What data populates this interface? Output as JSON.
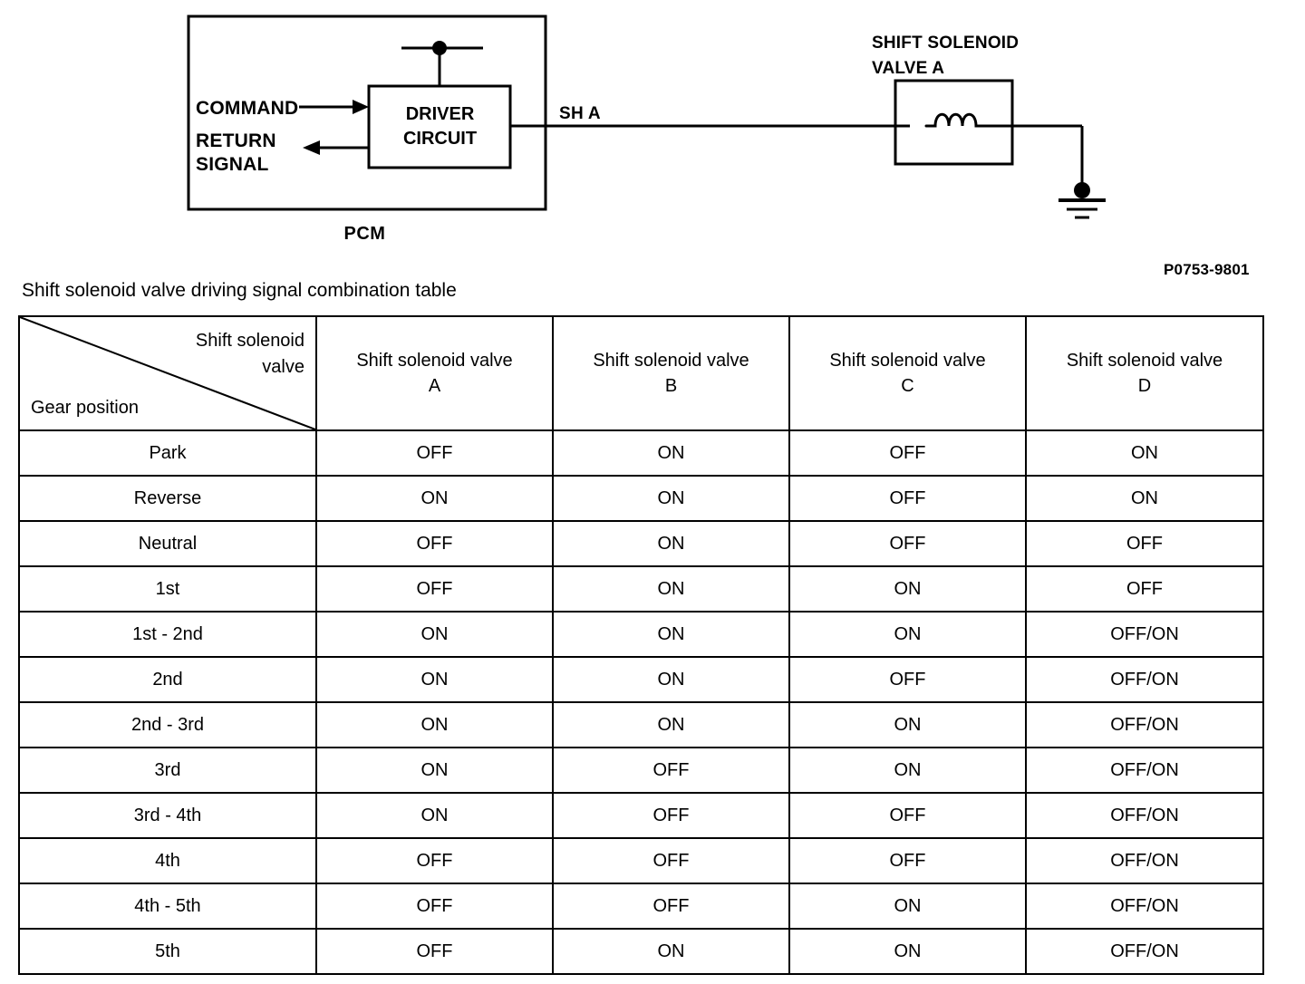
{
  "diagram": {
    "title_code": "P0753-9801",
    "pcm_label": "PCM",
    "driver_circuit_label": "DRIVER\nCIRCUIT",
    "command_label": "COMMAND",
    "return_signal_label": "RETURN\nSIGNAL",
    "wire_label": "SH A",
    "solenoid_label": "SHIFT SOLENOID\nVALVE A",
    "icons": {
      "junction_node": "junction-dot-icon",
      "ground": "ground-symbol-icon",
      "coil": "inductor-coil-icon",
      "arrow_in": "arrow-right-icon",
      "arrow_out": "arrow-left-icon"
    },
    "colors": {
      "line": "#000000",
      "background": "#ffffff"
    }
  },
  "table": {
    "caption": "Shift solenoid valve driving signal combination table",
    "corner": {
      "column_axis_label": "Shift solenoid\nvalve",
      "row_axis_label": "Gear position"
    },
    "columns": [
      {
        "line1": "Shift solenoid valve",
        "line2": "A"
      },
      {
        "line1": "Shift solenoid valve",
        "line2": "B"
      },
      {
        "line1": "Shift solenoid valve",
        "line2": "C"
      },
      {
        "line1": "Shift solenoid valve",
        "line2": "D"
      }
    ],
    "rows": [
      {
        "gear": "Park",
        "a": "OFF",
        "b": "ON",
        "c": "OFF",
        "d": "ON"
      },
      {
        "gear": "Reverse",
        "a": "ON",
        "b": "ON",
        "c": "OFF",
        "d": "ON"
      },
      {
        "gear": "Neutral",
        "a": "OFF",
        "b": "ON",
        "c": "OFF",
        "d": "OFF"
      },
      {
        "gear": "1st",
        "a": "OFF",
        "b": "ON",
        "c": "ON",
        "d": "OFF"
      },
      {
        "gear": "1st - 2nd",
        "a": "ON",
        "b": "ON",
        "c": "ON",
        "d": "OFF/ON"
      },
      {
        "gear": "2nd",
        "a": "ON",
        "b": "ON",
        "c": "OFF",
        "d": "OFF/ON"
      },
      {
        "gear": "2nd - 3rd",
        "a": "ON",
        "b": "ON",
        "c": "ON",
        "d": "OFF/ON"
      },
      {
        "gear": "3rd",
        "a": "ON",
        "b": "OFF",
        "c": "ON",
        "d": "OFF/ON"
      },
      {
        "gear": "3rd - 4th",
        "a": "ON",
        "b": "OFF",
        "c": "OFF",
        "d": "OFF/ON"
      },
      {
        "gear": "4th",
        "a": "OFF",
        "b": "OFF",
        "c": "OFF",
        "d": "OFF/ON"
      },
      {
        "gear": "4th - 5th",
        "a": "OFF",
        "b": "OFF",
        "c": "ON",
        "d": "OFF/ON"
      },
      {
        "gear": "5th",
        "a": "OFF",
        "b": "ON",
        "c": "ON",
        "d": "OFF/ON"
      }
    ]
  }
}
